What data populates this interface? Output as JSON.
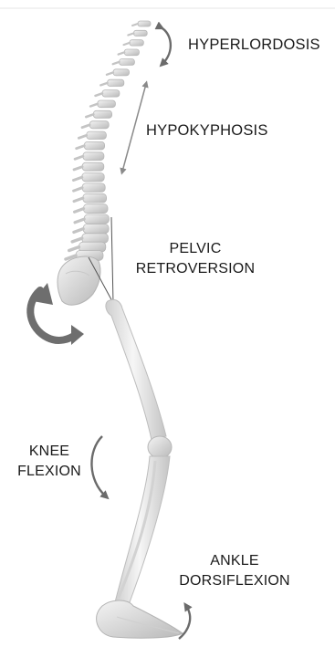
{
  "labels": {
    "hyperlordosis": "HYPERLORDOSIS",
    "hypokyphosis": "HYPOKYPHOSIS",
    "pelvic": [
      "PELVIC",
      "RETROVERSION"
    ],
    "knee": [
      "KNEE",
      "FLEXION"
    ],
    "ankle": [
      "ANKLE",
      "DORSIFLEXION"
    ]
  },
  "colors": {
    "background": "#ffffff",
    "bone": "#e9e9e9",
    "bone_shadow": "#bdbdbd",
    "arrow": "#6b6b6b",
    "text": "#1a1a1a"
  }
}
